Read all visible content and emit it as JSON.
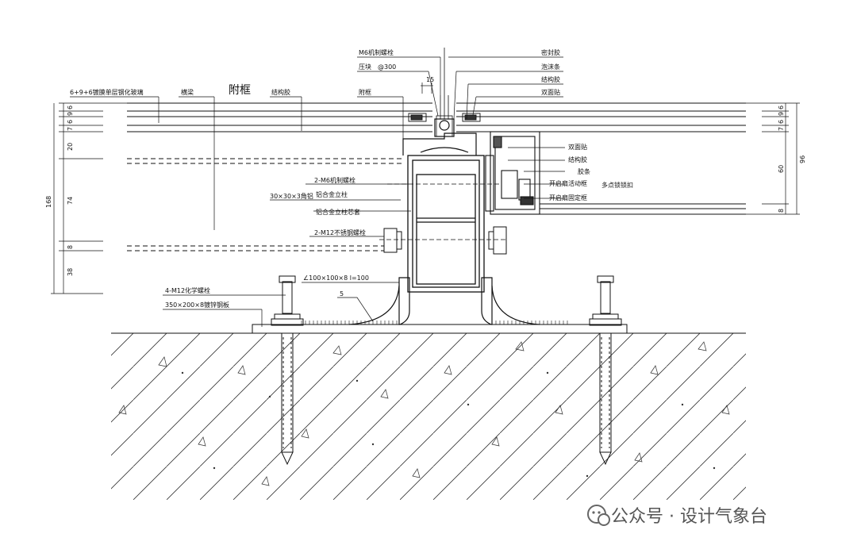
{
  "drawing": {
    "labels": {
      "glass": "6+9+6镀膜单层钢化玻璃",
      "mullion": "横梁",
      "subframe_big": "附框",
      "structural_sealant_left": "结构胶",
      "subframe_small": "附框",
      "m6_bolt": "M6机制螺栓",
      "pressure_block": "压块",
      "spacing": "@300",
      "sealant": "密封胶",
      "foam_rod": "泡沫条",
      "structural_sealant_right": "结构胶",
      "tape_top": "双面贴",
      "tape_right": "双面贴",
      "structural_sealant_right2": "结构胶",
      "rubber_strip": "胶条",
      "vent_sash_frame": "开启扇活动框",
      "multipoint_lock": "多点锁锁扣",
      "vent_fixed_frame": "开启扇固定框",
      "m6_bolts_2": "2-M6机制螺栓",
      "angle_30": "30×30×3角铝",
      "alu_column": "铝合金立柱",
      "alu_core": "铝合金立柱芯套",
      "m12_bolts": "2-M12不锈钢螺栓",
      "angle_steel": "∠100×100×8  l=100",
      "chem_anchor": "4-M12化学螺栓",
      "embed_plate": "350×200×8镀锌钢板",
      "weld": "5",
      "gap_15": "15"
    },
    "dims_left": [
      "6",
      "9",
      "6",
      "7",
      "20",
      "74",
      "8",
      "38"
    ],
    "dim_left_total": "168",
    "dims_right": [
      "6",
      "9",
      "6",
      "7",
      "60",
      "8"
    ],
    "dim_right_total": "96"
  },
  "watermark": {
    "text": "公众号 · 设计气象台",
    "icon": "wechat-icon"
  },
  "colors": {
    "line": "#111111",
    "watermark": "#555555"
  }
}
